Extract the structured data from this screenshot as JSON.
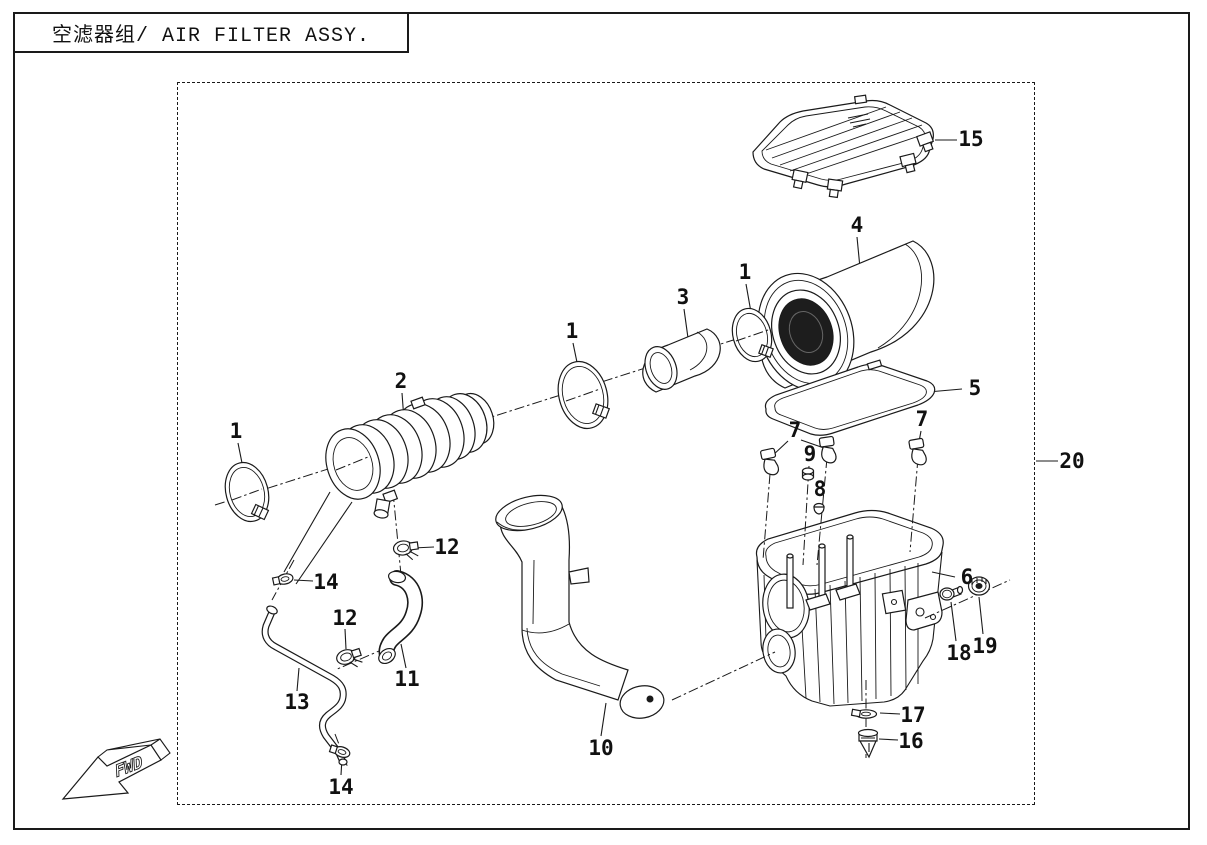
{
  "title": "空滤器组/ AIR FILTER ASSY.",
  "direction_marker": "FWD",
  "colors": {
    "line": "#1a1a1a",
    "background": "#ffffff"
  },
  "callouts": [
    {
      "part": "15"
    },
    {
      "part": "4"
    },
    {
      "part": "1"
    },
    {
      "part": "3"
    },
    {
      "part": "1"
    },
    {
      "part": "2"
    },
    {
      "part": "1"
    },
    {
      "part": "5"
    },
    {
      "part": "7"
    },
    {
      "part": "7"
    },
    {
      "part": "9"
    },
    {
      "part": "8"
    },
    {
      "part": "20"
    },
    {
      "part": "12"
    },
    {
      "part": "14"
    },
    {
      "part": "12"
    },
    {
      "part": "11"
    },
    {
      "part": "13"
    },
    {
      "part": "6"
    },
    {
      "part": "18"
    },
    {
      "part": "19"
    },
    {
      "part": "10"
    },
    {
      "part": "17"
    },
    {
      "part": "16"
    },
    {
      "part": "14"
    }
  ]
}
